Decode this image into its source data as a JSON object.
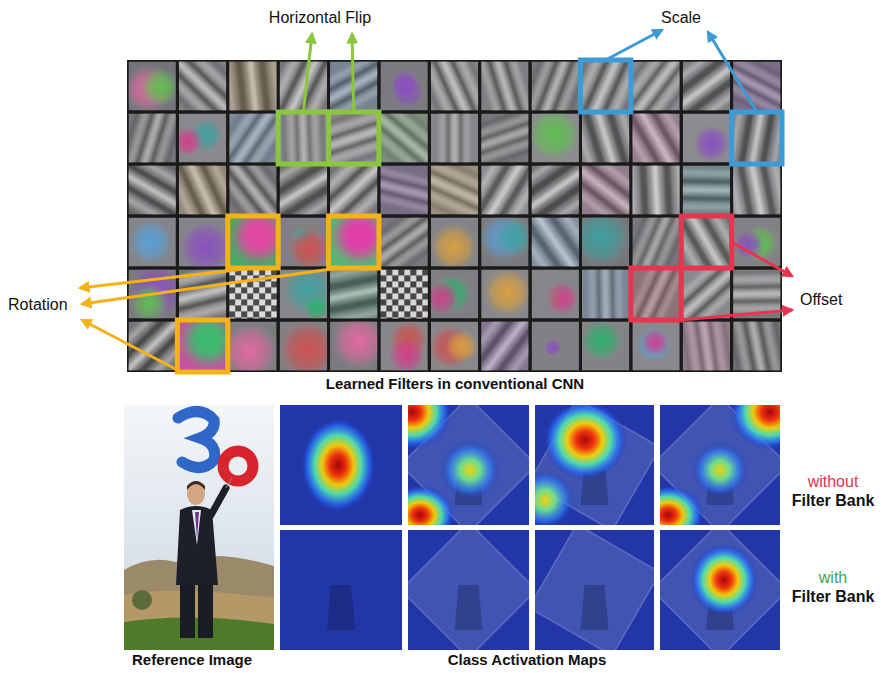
{
  "diagram": {
    "labels": [
      "Horizontal Flip",
      "Scale",
      "Rotation",
      "Offset",
      "Learned Filters in conventional CNN",
      "without",
      "Filter Bank",
      "with",
      "Filter Bank",
      "Reference Image",
      "Class Activation Maps"
    ]
  }
}
